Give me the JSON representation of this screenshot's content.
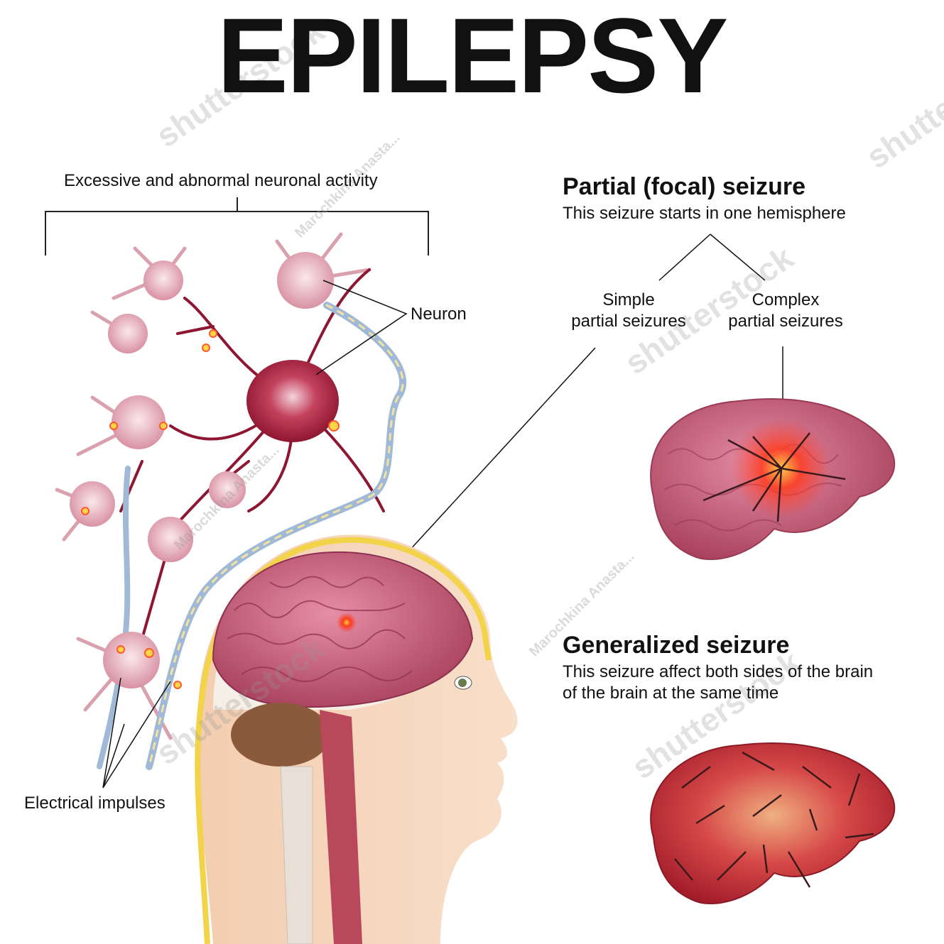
{
  "title": "EPILEPSY",
  "neuron_panel": {
    "bracket_label": "Excessive and abnormal neuronal activity",
    "neuron_label": "Neuron",
    "impulses_label": "Electrical impulses"
  },
  "partial": {
    "heading": "Partial (focal) seizure",
    "description": "This seizure starts in one hemisphere",
    "simple": [
      "Simple",
      "partial seizures"
    ],
    "complex": [
      "Complex",
      "partial seizures"
    ]
  },
  "generalized": {
    "heading": "Generalized seizure",
    "description": [
      "This seizure affect both sides of the brain",
      "of the brain at the same time"
    ]
  },
  "watermarks": {
    "brand": "shutterstock",
    "author": "Marochkina Anasta..."
  },
  "colors": {
    "brain": "#c25a78",
    "neuron": "#9e1f3a",
    "focus": "#e8281e",
    "skull": "#f2d34a",
    "skin": "#f5d3b8"
  }
}
